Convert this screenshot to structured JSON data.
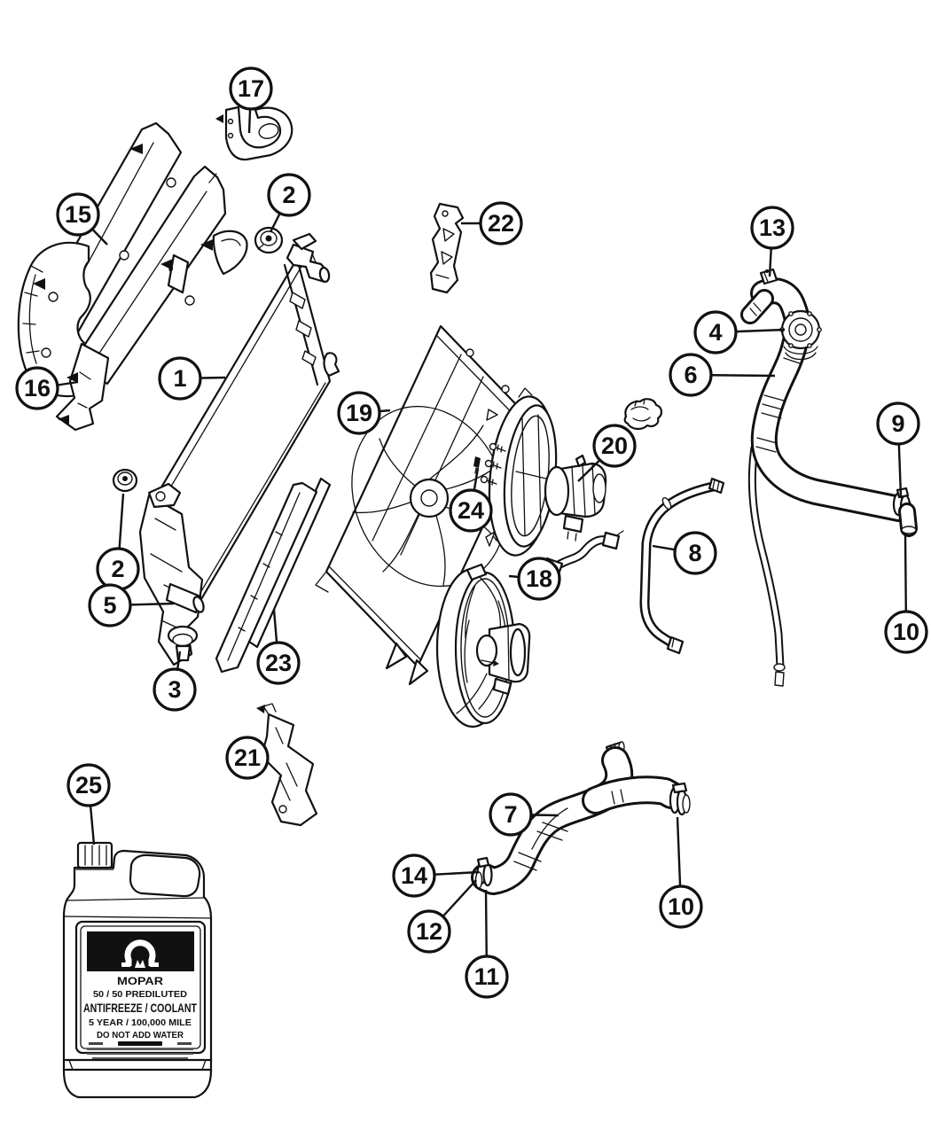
{
  "diagram": {
    "background": "#ffffff",
    "stroke_color": "#111111",
    "callouts": [
      {
        "label": "1"
      },
      {
        "label": "2"
      },
      {
        "label": "2"
      },
      {
        "label": "3"
      },
      {
        "label": "4"
      },
      {
        "label": "5"
      },
      {
        "label": "6"
      },
      {
        "label": "7"
      },
      {
        "label": "8"
      },
      {
        "label": "9"
      },
      {
        "label": "10"
      },
      {
        "label": "10"
      },
      {
        "label": "11"
      },
      {
        "label": "12"
      },
      {
        "label": "13"
      },
      {
        "label": "14"
      },
      {
        "label": "15"
      },
      {
        "label": "16"
      },
      {
        "label": "17"
      },
      {
        "label": "18"
      },
      {
        "label": "19"
      },
      {
        "label": "20"
      },
      {
        "label": "21"
      },
      {
        "label": "22"
      },
      {
        "label": "23"
      },
      {
        "label": "24"
      },
      {
        "label": "25"
      }
    ],
    "jug": {
      "brand": "MOPAR",
      "line1": "50 / 50 PREDILUTED",
      "line2": "ANTIFREEZE / COOLANT",
      "line3": "5 YEAR / 100,000 MILE",
      "line4": "DO NOT ADD WATER"
    }
  }
}
